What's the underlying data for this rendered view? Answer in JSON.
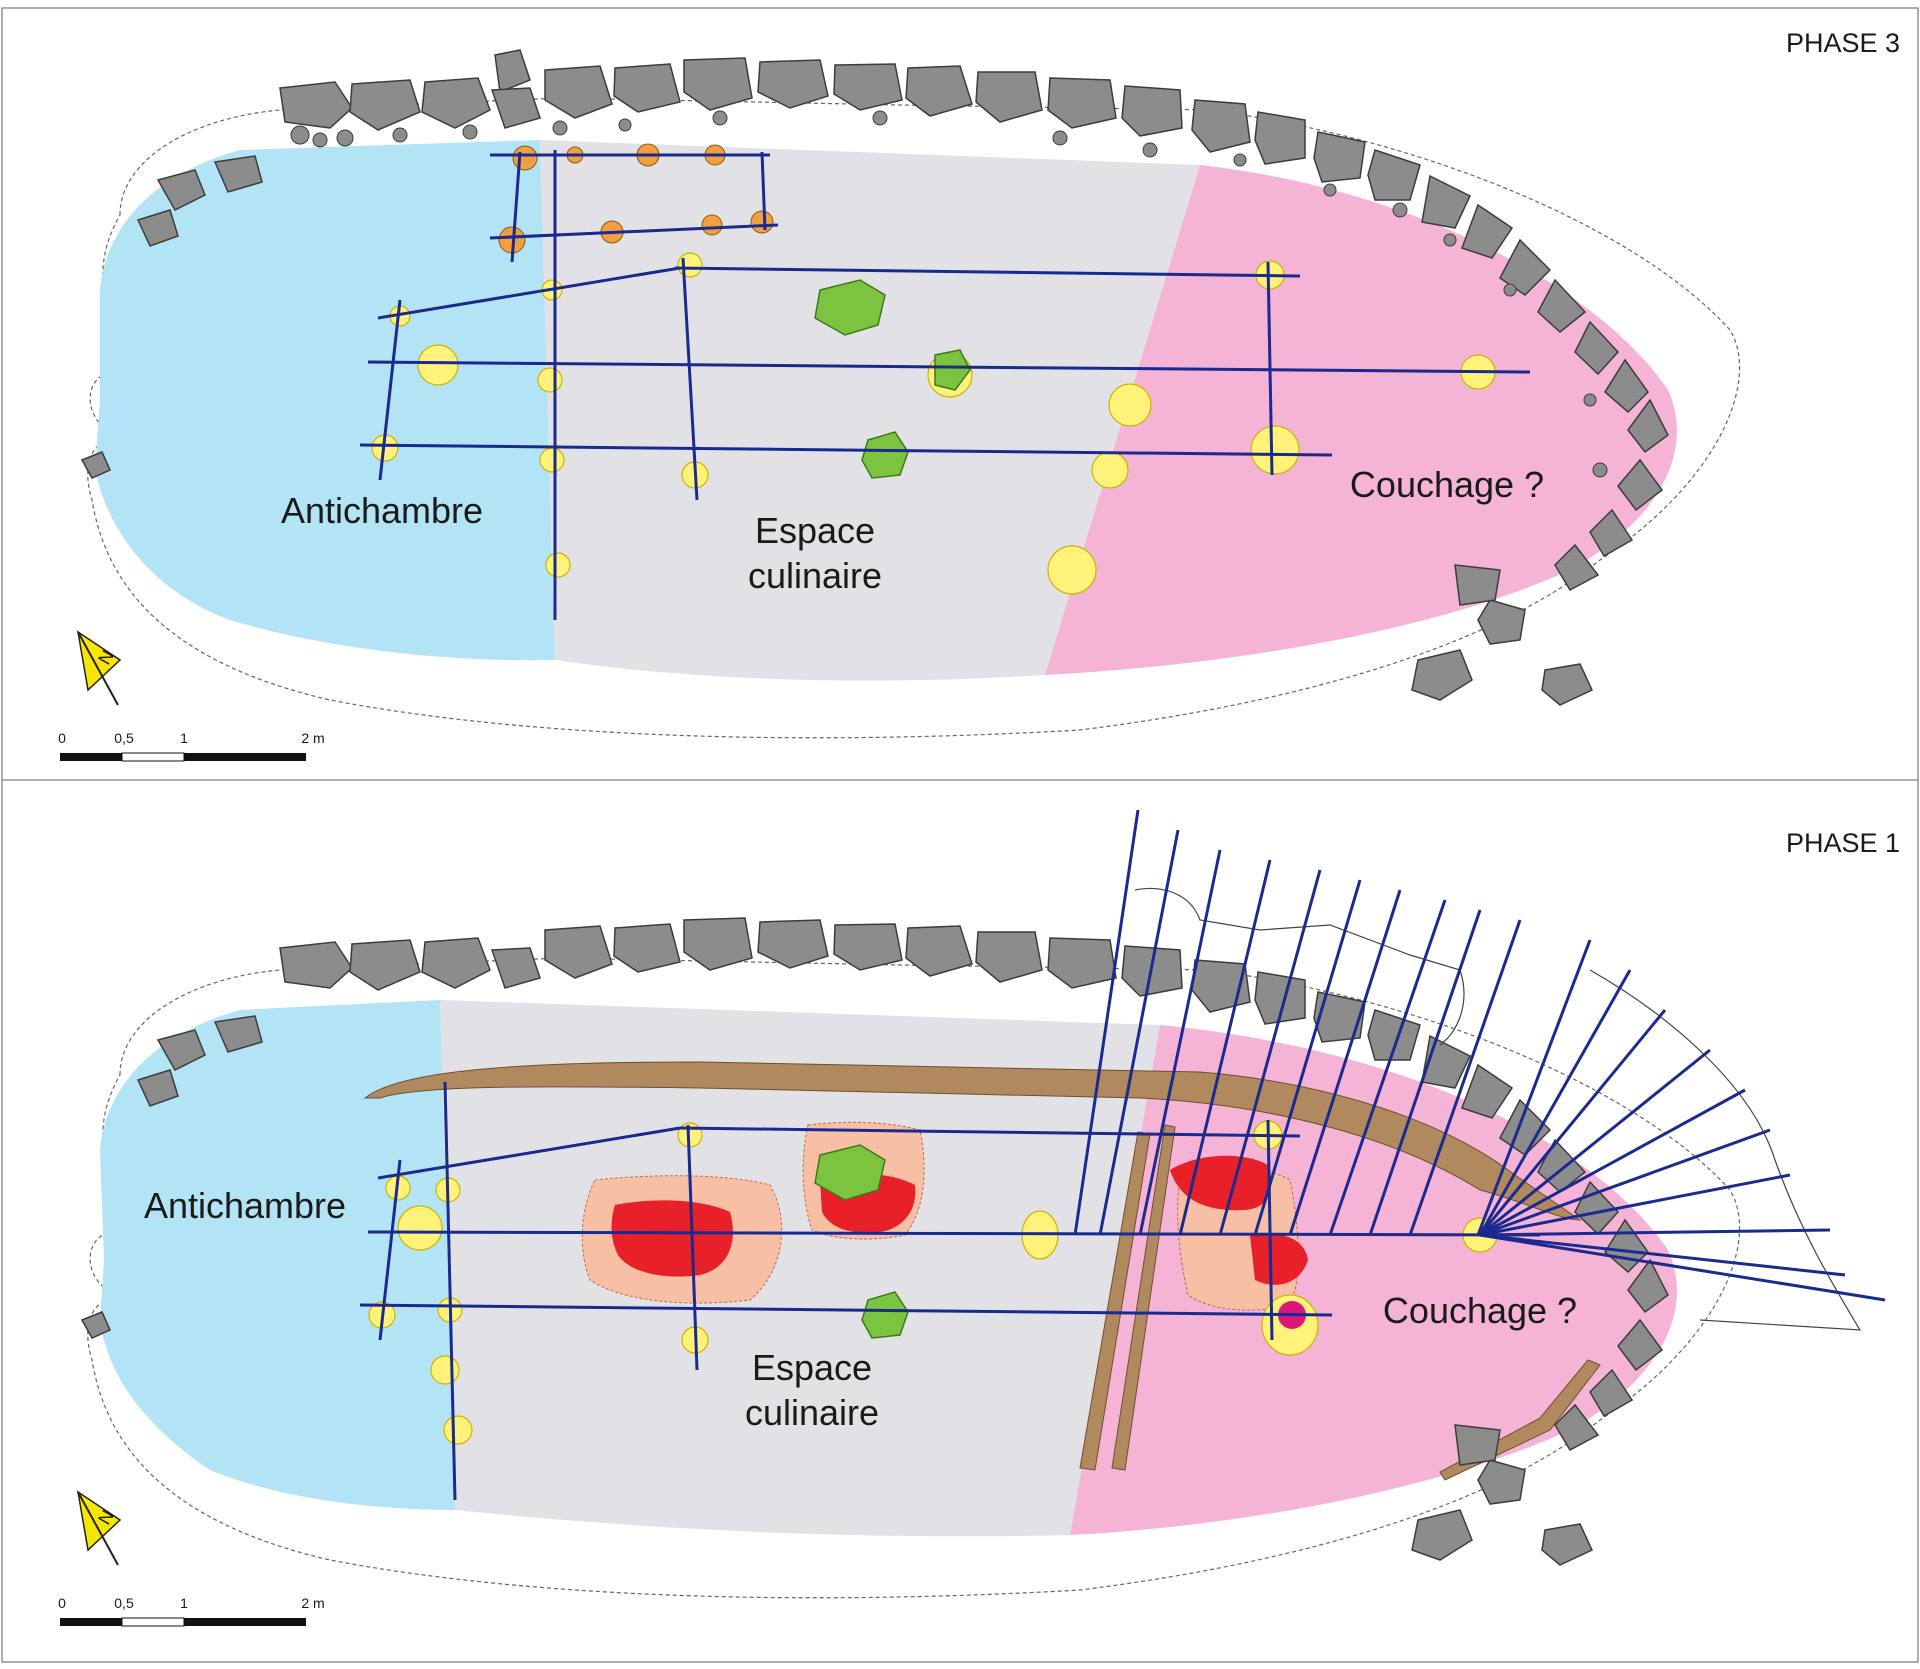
{
  "panels": [
    {
      "phase_label": "PHASE 3",
      "zones": {
        "antechamber": "Antichambre",
        "kitchen_line1": "Espace",
        "kitchen_line2": "culinaire",
        "sleeping": "Couchage ?"
      },
      "scale": {
        "t0": "0",
        "t1": "0,5",
        "t2": "1",
        "t3": "2 m"
      },
      "north": "N"
    },
    {
      "phase_label": "PHASE 1",
      "zones": {
        "antechamber": "Antichambre",
        "kitchen_line1": "Espace",
        "kitchen_line2": "culinaire",
        "sleeping": "Couchage ?"
      },
      "scale": {
        "t0": "0",
        "t1": "0,5",
        "t2": "1",
        "t3": "2 m"
      },
      "north": "N"
    }
  ],
  "colors": {
    "antechamber": "#b3e4f6",
    "kitchen": "#e2e2e6",
    "sleeping": "#f5b3d6",
    "stone": "#8c8c8c",
    "stone_outline": "#3c3c3c",
    "beam_line": "#1b2a8f",
    "post_hole": "#fff27a",
    "hearth": "#e8202a",
    "hearth_halo": "#f7c0a4",
    "green_block": "#7cc440",
    "plank": "#b08a5e",
    "orange_post": "#f0a040"
  }
}
